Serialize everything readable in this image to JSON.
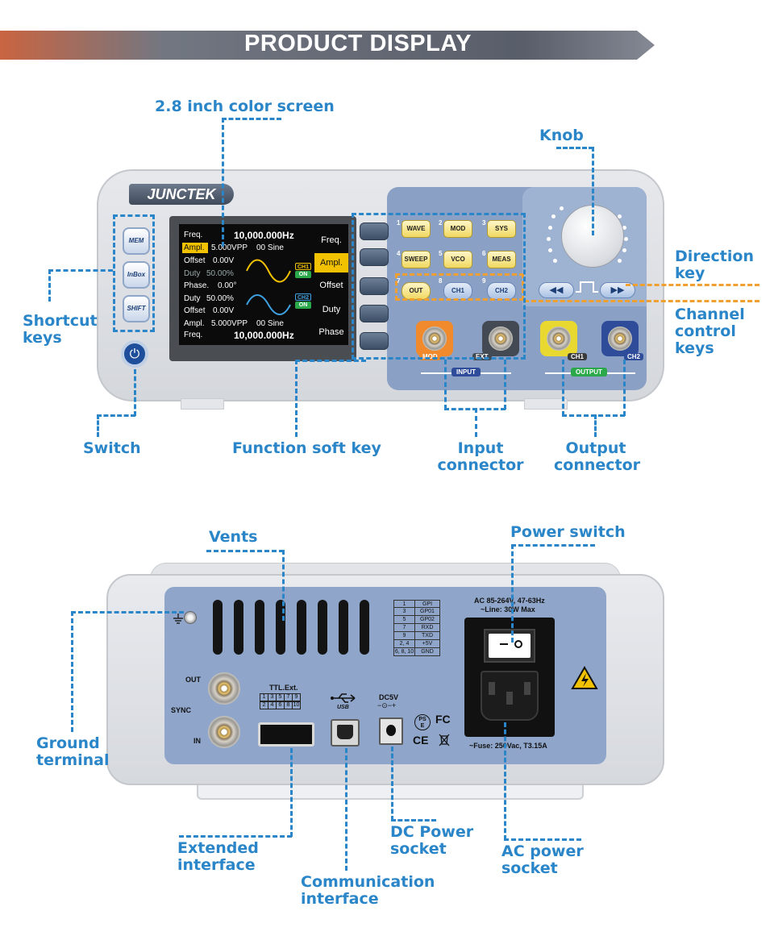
{
  "banner": {
    "title": "PRODUCT DISPLAY",
    "accent_color": "#2a86c8",
    "bar_color": "#4a5060"
  },
  "front": {
    "brand": "JUNCTEK",
    "shortcut_keys": [
      "MEM",
      "InBox",
      "SHIFT"
    ],
    "screen": {
      "freq_label": "Freq.",
      "freq_value": "10,000.000Hz",
      "ampl_label": "Ampl.",
      "ampl_value": "5.000VPP",
      "ampl_phase": "00 Sine",
      "offset1_label": "Offset",
      "offset1_value": "0.00V",
      "duty1_label": "Duty",
      "duty1_value": "50.00%",
      "phase_label": "Phase.",
      "phase_value": "0.00°",
      "duty2_label": "Duty",
      "duty2_value": "50.00%",
      "offset2_label": "Offset",
      "offset2_value": "0.00V",
      "ampl2_label": "Ampl.",
      "ampl2_value": "5.000VPP",
      "ampl2_phase": "00 Sine",
      "freq2_label": "Freq.",
      "freq2_value": "10,000.000Hz",
      "ch1_tag": "CH1",
      "ch1_state": "ON",
      "ch2_tag": "CH2",
      "ch2_state": "ON",
      "menu": [
        "Freq.",
        "Ampl.",
        "Offset",
        "Duty",
        "Phase"
      ],
      "menu_selected": "Ampl."
    },
    "function_keys": [
      {
        "num": "1",
        "label": "WAVE"
      },
      {
        "num": "2",
        "label": "MOD"
      },
      {
        "num": "3",
        "label": "SYS"
      },
      {
        "num": "4",
        "label": "SWEEP"
      },
      {
        "num": "5",
        "label": "VCO"
      },
      {
        "num": "6",
        "label": "MEAS"
      }
    ],
    "channel_keys": [
      {
        "num": "7",
        "label": "OUT"
      },
      {
        "num": "8",
        "label": "CH1"
      },
      {
        "num": "9",
        "label": "CH2"
      }
    ],
    "connectors": {
      "mod": "MOD",
      "ext": "EXT",
      "ch1": "CH1",
      "ch2": "CH2",
      "input_group": "INPUT",
      "output_group": "OUTPUT"
    }
  },
  "front_callouts": {
    "screen": "2.8 inch color screen",
    "knob": "Knob",
    "direction": "Direction\nkey",
    "channel": "Channel\ncontrol\nkeys",
    "shortcut": "Shortcut\nkeys",
    "switch": "Switch",
    "function_soft_key": "Function soft key",
    "input": "Input\nconnector",
    "output": "Output\nconnector"
  },
  "rear": {
    "pin_table": [
      [
        "1",
        "GPI"
      ],
      [
        "3",
        "GP01"
      ],
      [
        "5",
        "GP02"
      ],
      [
        "7",
        "RXD"
      ],
      [
        "9",
        "TXD"
      ],
      [
        "2, 4",
        "+5V"
      ],
      [
        "6, 8, 10",
        "GND"
      ]
    ],
    "ac_spec_line1": "AC  85-264V, 47-63Hz",
    "ac_spec_line2": "~Line: 30W Max",
    "fuse": "~Fuse: 250Vac, T3.15A",
    "out_label": "OUT",
    "sync_label": "SYNC",
    "in_label": "IN",
    "ttl_label": "TTL.Ext.",
    "ttl_pins_top": [
      "1",
      "3",
      "5",
      "7",
      "9"
    ],
    "ttl_pins_bottom": [
      "2",
      "4",
      "6",
      "8",
      "10"
    ],
    "usb_label": "USB",
    "dc_label": "DC5V",
    "dc_polarity": "−⊙−+",
    "cert_pse": "PS\nE",
    "cert_fc": "FC",
    "cert_ce": "CE"
  },
  "rear_callouts": {
    "vents": "Vents",
    "power_switch": "Power switch",
    "ground": "Ground\nterminal",
    "extended": "Extended\ninterface",
    "communication": "Communication\ninterface",
    "dc_power": "DC Power\nsocket",
    "ac_power": "AC power\nsocket"
  }
}
